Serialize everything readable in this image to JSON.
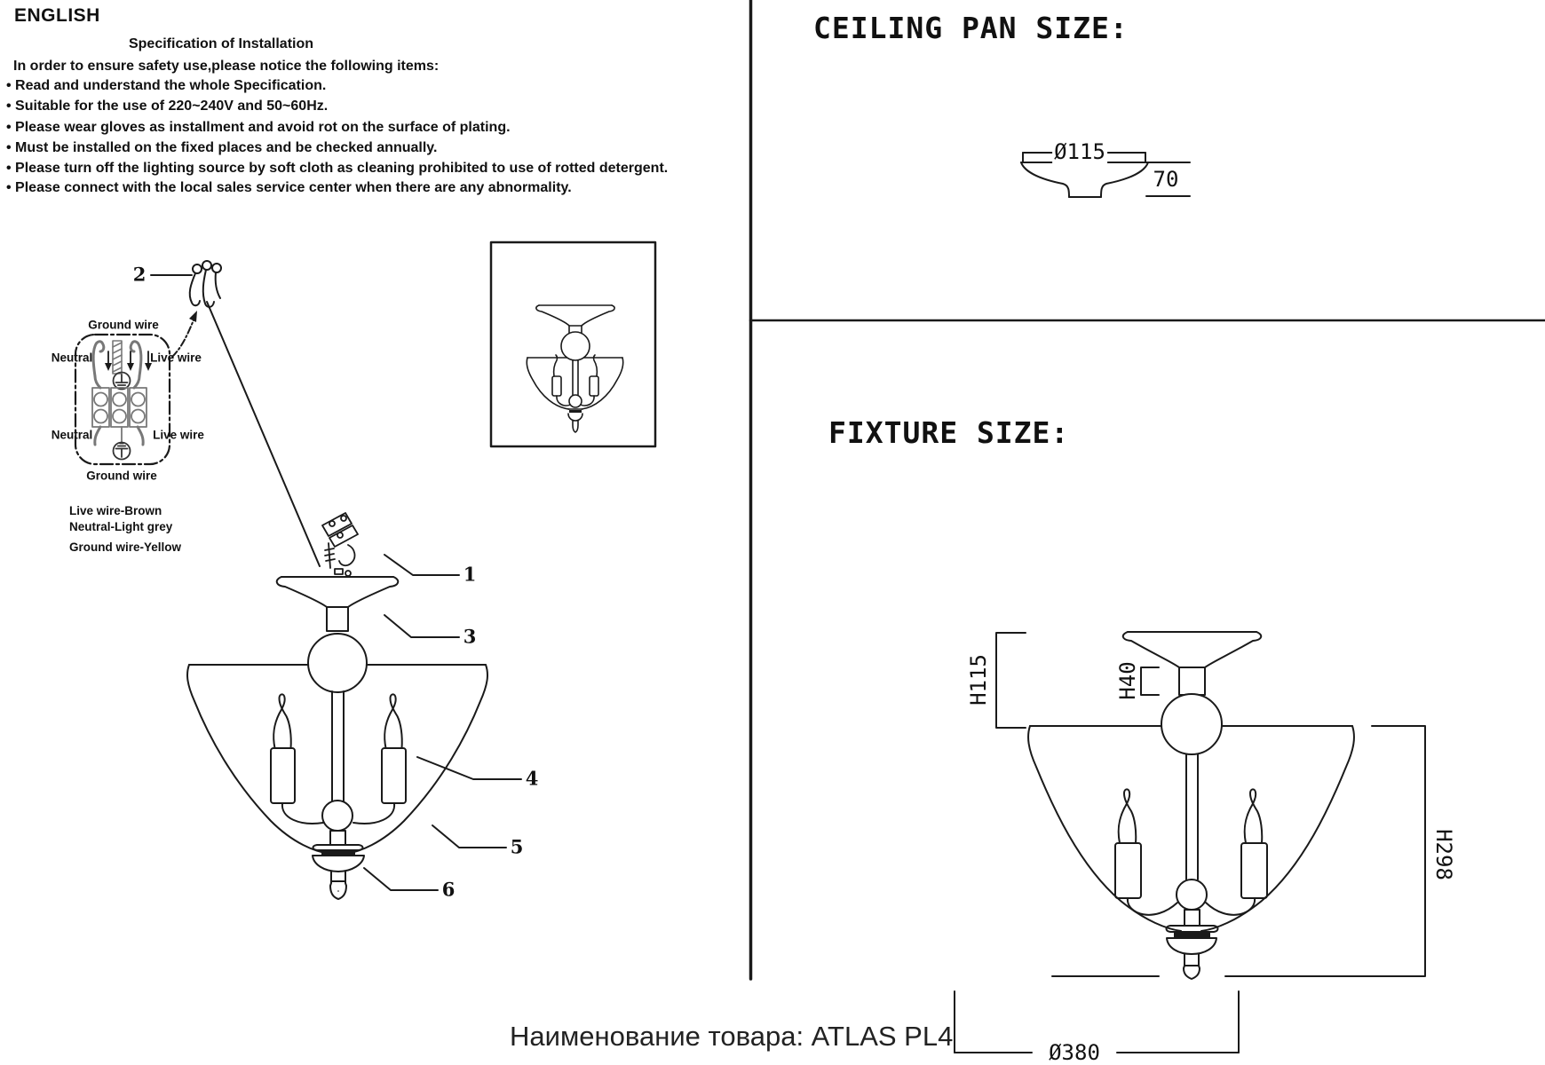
{
  "page": {
    "language_label": "ENGLISH"
  },
  "instructions": {
    "title": "Specification of Installation",
    "intro": "In order to ensure safety use,please notice the following items:",
    "bullets": [
      "• Read and understand the whole Specification.",
      "• Suitable for the use of 220~240V and 50~60Hz.",
      "• Please wear gloves as installment and avoid rot on the surface of plating.",
      "• Must be installed on the fixed places and be checked annually.",
      "• Please turn off the lighting source by soft cloth as cleaning prohibited to use of rotted detergent.",
      "• Please connect with the local sales service center when there are any abnormality."
    ]
  },
  "wiring_diagram": {
    "ground_wire_label": "Ground wire",
    "neutral_label": "Neutral",
    "live_wire_label": "Live wire",
    "legend": {
      "live": "Live wire-Brown",
      "neutral": "Neutral-Light grey",
      "ground": "Ground wire-Yellow"
    }
  },
  "callouts": {
    "n1": "1",
    "n2": "2",
    "n3": "3",
    "n4": "4",
    "n5": "5",
    "n6": "6"
  },
  "ceiling_pan": {
    "title": "CEILING PAN SIZE:",
    "diameter": "Ø115",
    "height": "70"
  },
  "fixture_size": {
    "title": "FIXTURE SIZE:",
    "canopy_height": "H115",
    "neck_height": "H40",
    "body_height": "H298",
    "diameter": "Ø380"
  },
  "footer": {
    "product_label": "Наименование товара: ATLAS PL4"
  },
  "colors": {
    "ink": "#1a1a1a",
    "grey_part": "#787878",
    "paper": "#ffffff"
  }
}
